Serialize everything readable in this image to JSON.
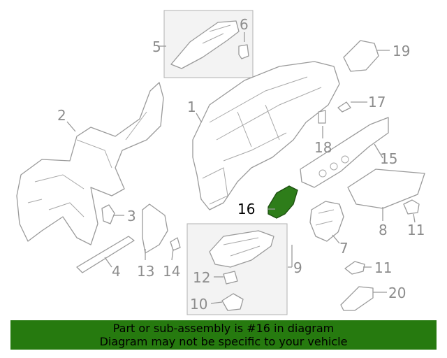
{
  "callouts": {
    "c1": "1",
    "c2": "2",
    "c3": "3",
    "c4": "4",
    "c5": "5",
    "c6": "6",
    "c7": "7",
    "c8": "8",
    "c9": "9",
    "c10": "10",
    "c11a": "11",
    "c11b": "11",
    "c12": "12",
    "c13": "13",
    "c14": "14",
    "c15": "15",
    "c16": "16",
    "c17": "17",
    "c18": "18",
    "c19": "19",
    "c20": "20"
  },
  "highlight_part": "16",
  "banner": {
    "line1": "Part or sub-assembly is #16 in diagram",
    "line2": "Diagram may not be specific to your vehicle"
  },
  "colors": {
    "banner_bg": "#267a0f",
    "banner_text": "#000000",
    "highlight_fill": "#2e7d1a",
    "line_art": "#9a9a9a",
    "callout_text": "#8c8c8c",
    "inset_bg": "#f3f3f3"
  }
}
